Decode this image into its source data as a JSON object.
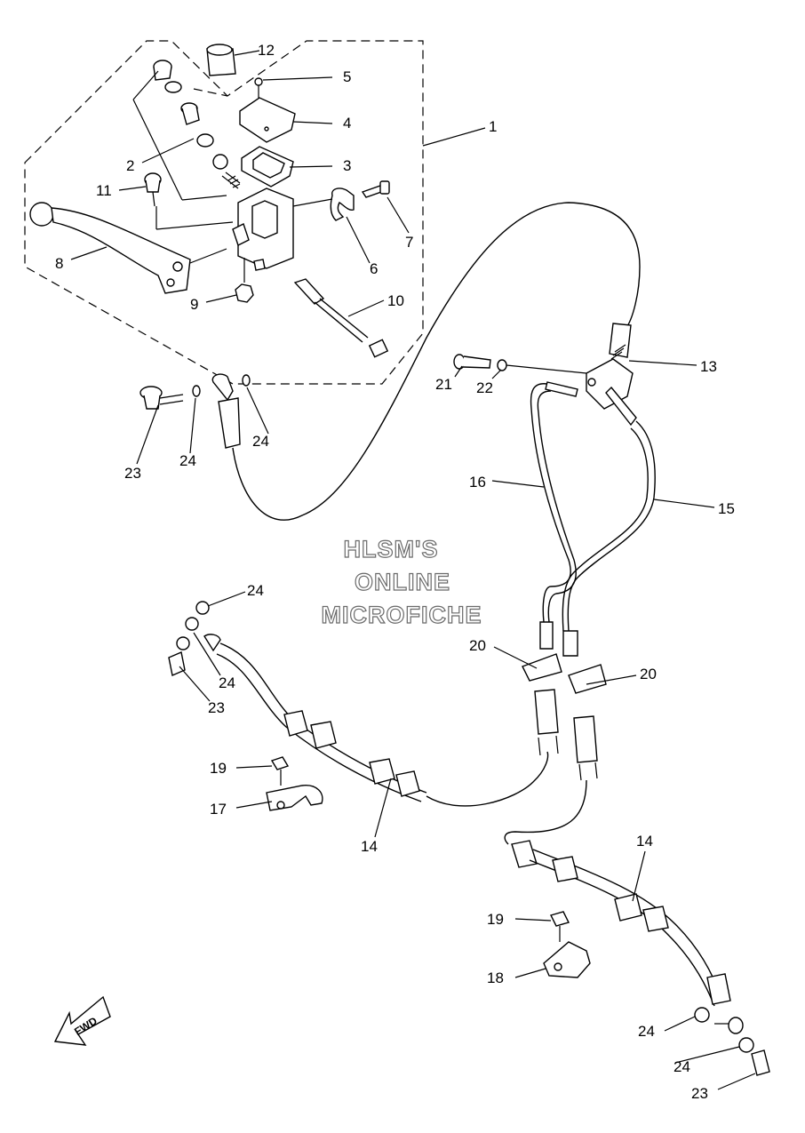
{
  "watermark": {
    "line1": "HLSM'S",
    "line2": "ONLINE",
    "line3": "MICROFICHE"
  },
  "direction_arrow": {
    "label": "FWD",
    "icon": "fwd-arrow-icon"
  },
  "callouts": [
    {
      "id": "c1",
      "label": "1"
    },
    {
      "id": "c2",
      "label": "2"
    },
    {
      "id": "c3",
      "label": "3"
    },
    {
      "id": "c4",
      "label": "4"
    },
    {
      "id": "c5",
      "label": "5"
    },
    {
      "id": "c6",
      "label": "6"
    },
    {
      "id": "c7",
      "label": "7"
    },
    {
      "id": "c8",
      "label": "8"
    },
    {
      "id": "c9",
      "label": "9"
    },
    {
      "id": "c10",
      "label": "10"
    },
    {
      "id": "c11",
      "label": "11"
    },
    {
      "id": "c12",
      "label": "12"
    },
    {
      "id": "c13",
      "label": "13"
    },
    {
      "id": "c14a",
      "label": "14"
    },
    {
      "id": "c14b",
      "label": "14"
    },
    {
      "id": "c15",
      "label": "15"
    },
    {
      "id": "c16",
      "label": "16"
    },
    {
      "id": "c17",
      "label": "17"
    },
    {
      "id": "c18",
      "label": "18"
    },
    {
      "id": "c19a",
      "label": "19"
    },
    {
      "id": "c19b",
      "label": "19"
    },
    {
      "id": "c20a",
      "label": "20"
    },
    {
      "id": "c20b",
      "label": "20"
    },
    {
      "id": "c21",
      "label": "21"
    },
    {
      "id": "c22",
      "label": "22"
    },
    {
      "id": "c23a",
      "label": "23"
    },
    {
      "id": "c23b",
      "label": "23"
    },
    {
      "id": "c23c",
      "label": "23"
    },
    {
      "id": "c24a",
      "label": "24"
    },
    {
      "id": "c24b",
      "label": "24"
    },
    {
      "id": "c24c",
      "label": "24"
    },
    {
      "id": "c24d",
      "label": "24"
    },
    {
      "id": "c24e",
      "label": "24"
    },
    {
      "id": "c24f",
      "label": "24"
    }
  ]
}
